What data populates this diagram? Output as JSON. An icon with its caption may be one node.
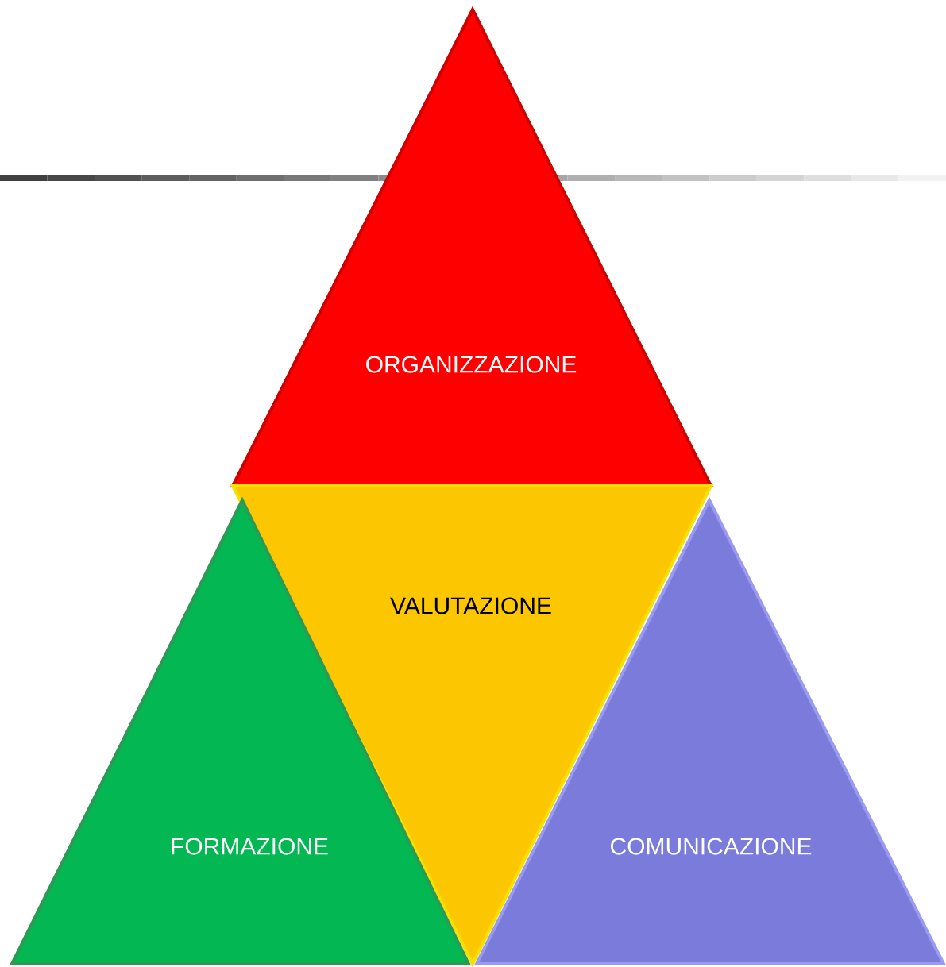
{
  "diagram": {
    "nodes": [
      {
        "text": [
          "ORGANIZZAZIONE"
        ]
      },
      {
        "text": [
          "VALUTAZIONE"
        ]
      },
      {
        "text": [
          "FORMAZIONE"
        ]
      },
      {
        "text": [
          "COMUNICAZIONE"
        ]
      }
    ]
  }
}
